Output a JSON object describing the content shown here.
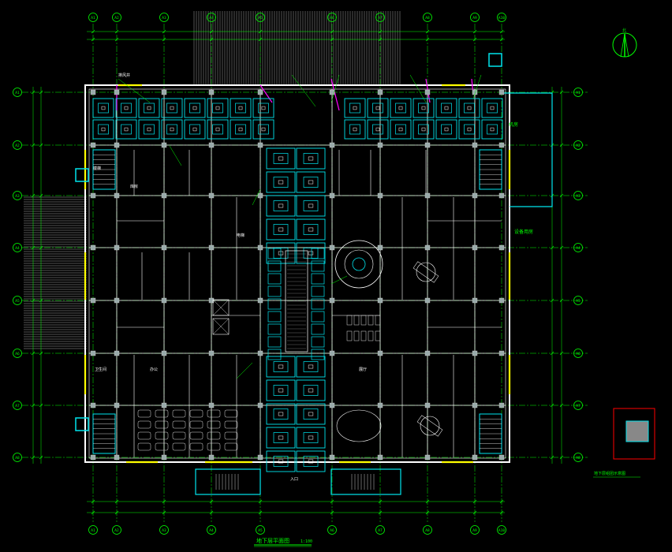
{
  "drawing": {
    "title": "地下层平面图",
    "scale_label": "1:100",
    "north_label": "北",
    "keyplan_label": "地下层组团示意图",
    "shaft_label": "排风井",
    "entrance_label": "入口",
    "room_labels": [
      "库房",
      "设备用房",
      "楼梯",
      "电梯",
      "卫生间",
      "办公",
      "展厅",
      "机房"
    ]
  },
  "grid": {
    "columns": [
      "A1",
      "A2",
      "A3",
      "A4",
      "A5",
      "A6",
      "A7",
      "A8",
      "A9",
      "A10"
    ],
    "rows": [
      "A1",
      "A2",
      "A3",
      "A4",
      "A5",
      "A6",
      "A7",
      "A8"
    ]
  },
  "colors": {
    "background": "#000000",
    "grid": "#00ff00",
    "wall": "#ffffff",
    "heating": "#00e5ee",
    "accent": "#ff00ff",
    "window": "#ffff00",
    "keyplan_border": "#ff0000"
  }
}
